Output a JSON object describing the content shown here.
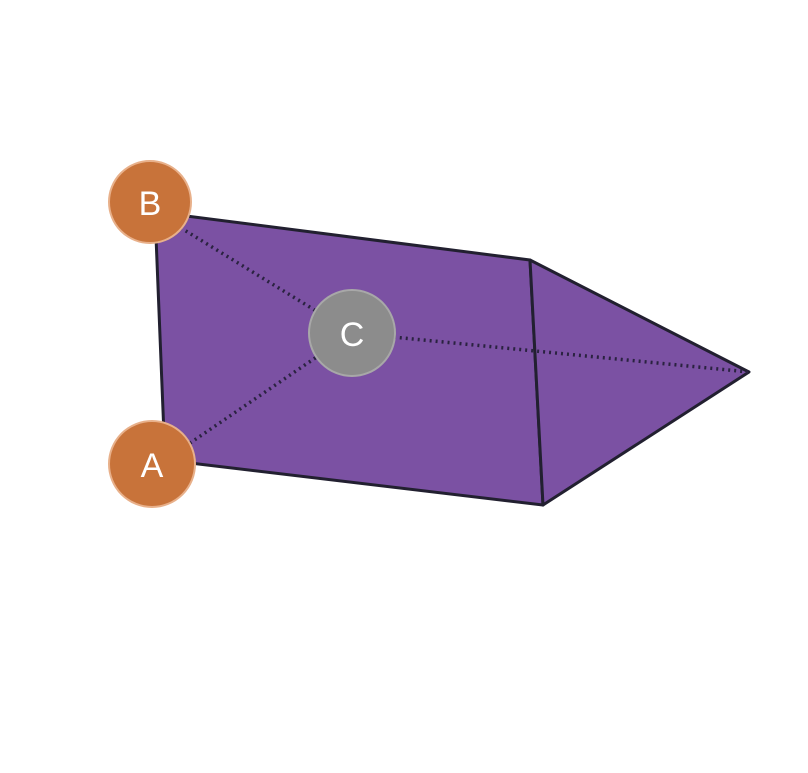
{
  "diagram": {
    "vertices": {
      "A": {
        "label": "A",
        "color": "#c8733a"
      },
      "B": {
        "label": "B",
        "color": "#c8733a"
      },
      "C": {
        "label": "C",
        "color": "#8c8c8c"
      }
    },
    "colors": {
      "face_fill": "#7b51a3",
      "edge": "#222030",
      "hidden_edge": "#2a2240",
      "label_outline": "#e8b08a",
      "label_text": "#ffffff"
    }
  }
}
